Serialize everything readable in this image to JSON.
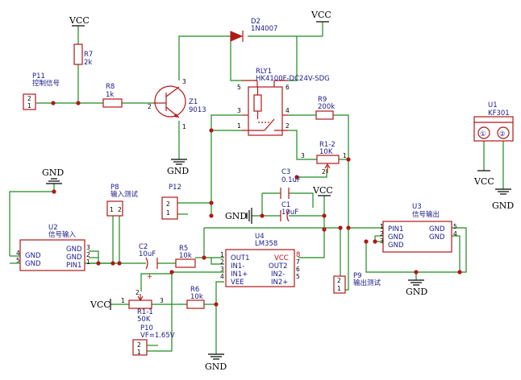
{
  "power": {
    "vcc": "VCC",
    "gnd": "GND"
  },
  "components": {
    "r7": {
      "ref": "R7",
      "value": "2k"
    },
    "r8": {
      "ref": "R8",
      "value": "1k"
    },
    "r5": {
      "ref": "R5",
      "value": "10k"
    },
    "r6": {
      "ref": "R6",
      "value": "10k"
    },
    "r9": {
      "ref": "R9",
      "value": "200k"
    },
    "r1_2": {
      "ref": "R1-2",
      "value": "10K",
      "pins": [
        "3",
        "2",
        "1"
      ]
    },
    "r1_1": {
      "ref": "R1-1",
      "value": "50K",
      "pins": [
        "1",
        "2",
        "3"
      ]
    },
    "d2": {
      "ref": "D2",
      "value": "1N4007"
    },
    "z1": {
      "ref": "Z1",
      "value": "9013",
      "pins": [
        "3",
        "2",
        "1"
      ]
    },
    "rly1": {
      "ref": "RLY1",
      "value": "HK4100F-DC24V-SDG",
      "pins": [
        "5",
        "6",
        "3",
        "4",
        "1",
        "2"
      ]
    },
    "c1": {
      "ref": "C1",
      "value": "10uF"
    },
    "c2": {
      "ref": "C2",
      "value": "10uF",
      "plus": "+"
    },
    "c3": {
      "ref": "C3",
      "value": "0.1uF"
    },
    "u1": {
      "ref": "U1",
      "value": "KF301",
      "pins": [
        "①",
        "②"
      ]
    },
    "u2": {
      "ref": "U2",
      "value": "信号输入",
      "pins_left": [
        "4",
        "5"
      ],
      "labels_left": [
        "GND",
        "GND"
      ],
      "pins_right": [
        "3",
        "2",
        "1"
      ],
      "labels_right": [
        "GND",
        "GND",
        "PIN1"
      ]
    },
    "u3": {
      "ref": "U3",
      "value": "信号输出",
      "pins_left": [
        "1",
        "2",
        "3"
      ],
      "labels_left": [
        "PIN1",
        "GND",
        "GND"
      ],
      "pins_right": [
        "5",
        "4"
      ],
      "labels_right": [
        "GND",
        "GND"
      ]
    },
    "u4": {
      "ref": "U4",
      "value": "LM358",
      "pins_left": [
        "1",
        "2",
        "3",
        "4"
      ],
      "labels_left": [
        "OUT1",
        "IN1-",
        "IN1+",
        "VEE"
      ],
      "pins_right": [
        "8",
        "7",
        "6",
        "5"
      ],
      "labels_right": [
        "VCC",
        "OUT2",
        "IN2-",
        "IN2+"
      ]
    },
    "p8": {
      "ref": "P8",
      "value": "输入测试",
      "pins": [
        "1",
        "2"
      ]
    },
    "p9": {
      "ref": "P9",
      "value": "输出测试",
      "pins": [
        "2",
        "1"
      ]
    },
    "p10": {
      "ref": "P10",
      "value": "VF=1.65V",
      "pins": [
        "2",
        "1"
      ]
    },
    "p11": {
      "ref": "P11",
      "value": "控制信号",
      "pins": [
        "2",
        "1"
      ]
    },
    "p12": {
      "ref": "P12",
      "pins": [
        "2",
        "1"
      ]
    }
  }
}
